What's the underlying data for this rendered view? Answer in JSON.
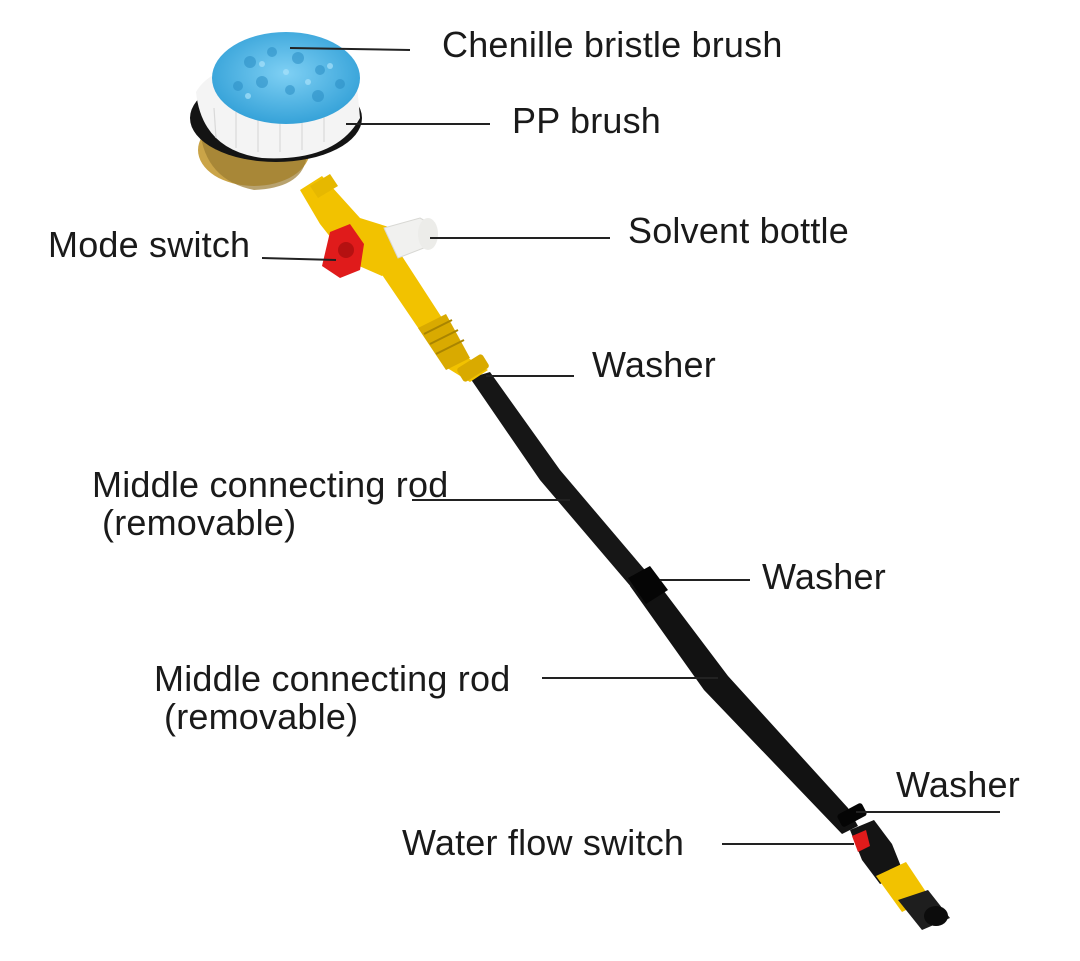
{
  "colors": {
    "handle": "#141414",
    "accent_yellow": "#f2c200",
    "switch_red": "#e01b1b",
    "chenille_blue": "#4bb4e6",
    "bristle_white": "#f4f4f4",
    "bottle": "#f1f1ef"
  },
  "labels": {
    "chenille": "Chenille bristle brush",
    "pp_brush": "PP brush",
    "solvent_bottle": "Solvent bottle",
    "mode_switch": "Mode switch",
    "washer_1": "Washer",
    "middle_rod_1_line1": "Middle connecting rod",
    "middle_rod_1_line2": "(removable)",
    "washer_2": "Washer",
    "middle_rod_2_line1": "Middle connecting rod",
    "middle_rod_2_line2": "(removable)",
    "washer_3": "Washer",
    "water_flow_switch": "Water flow switch"
  }
}
